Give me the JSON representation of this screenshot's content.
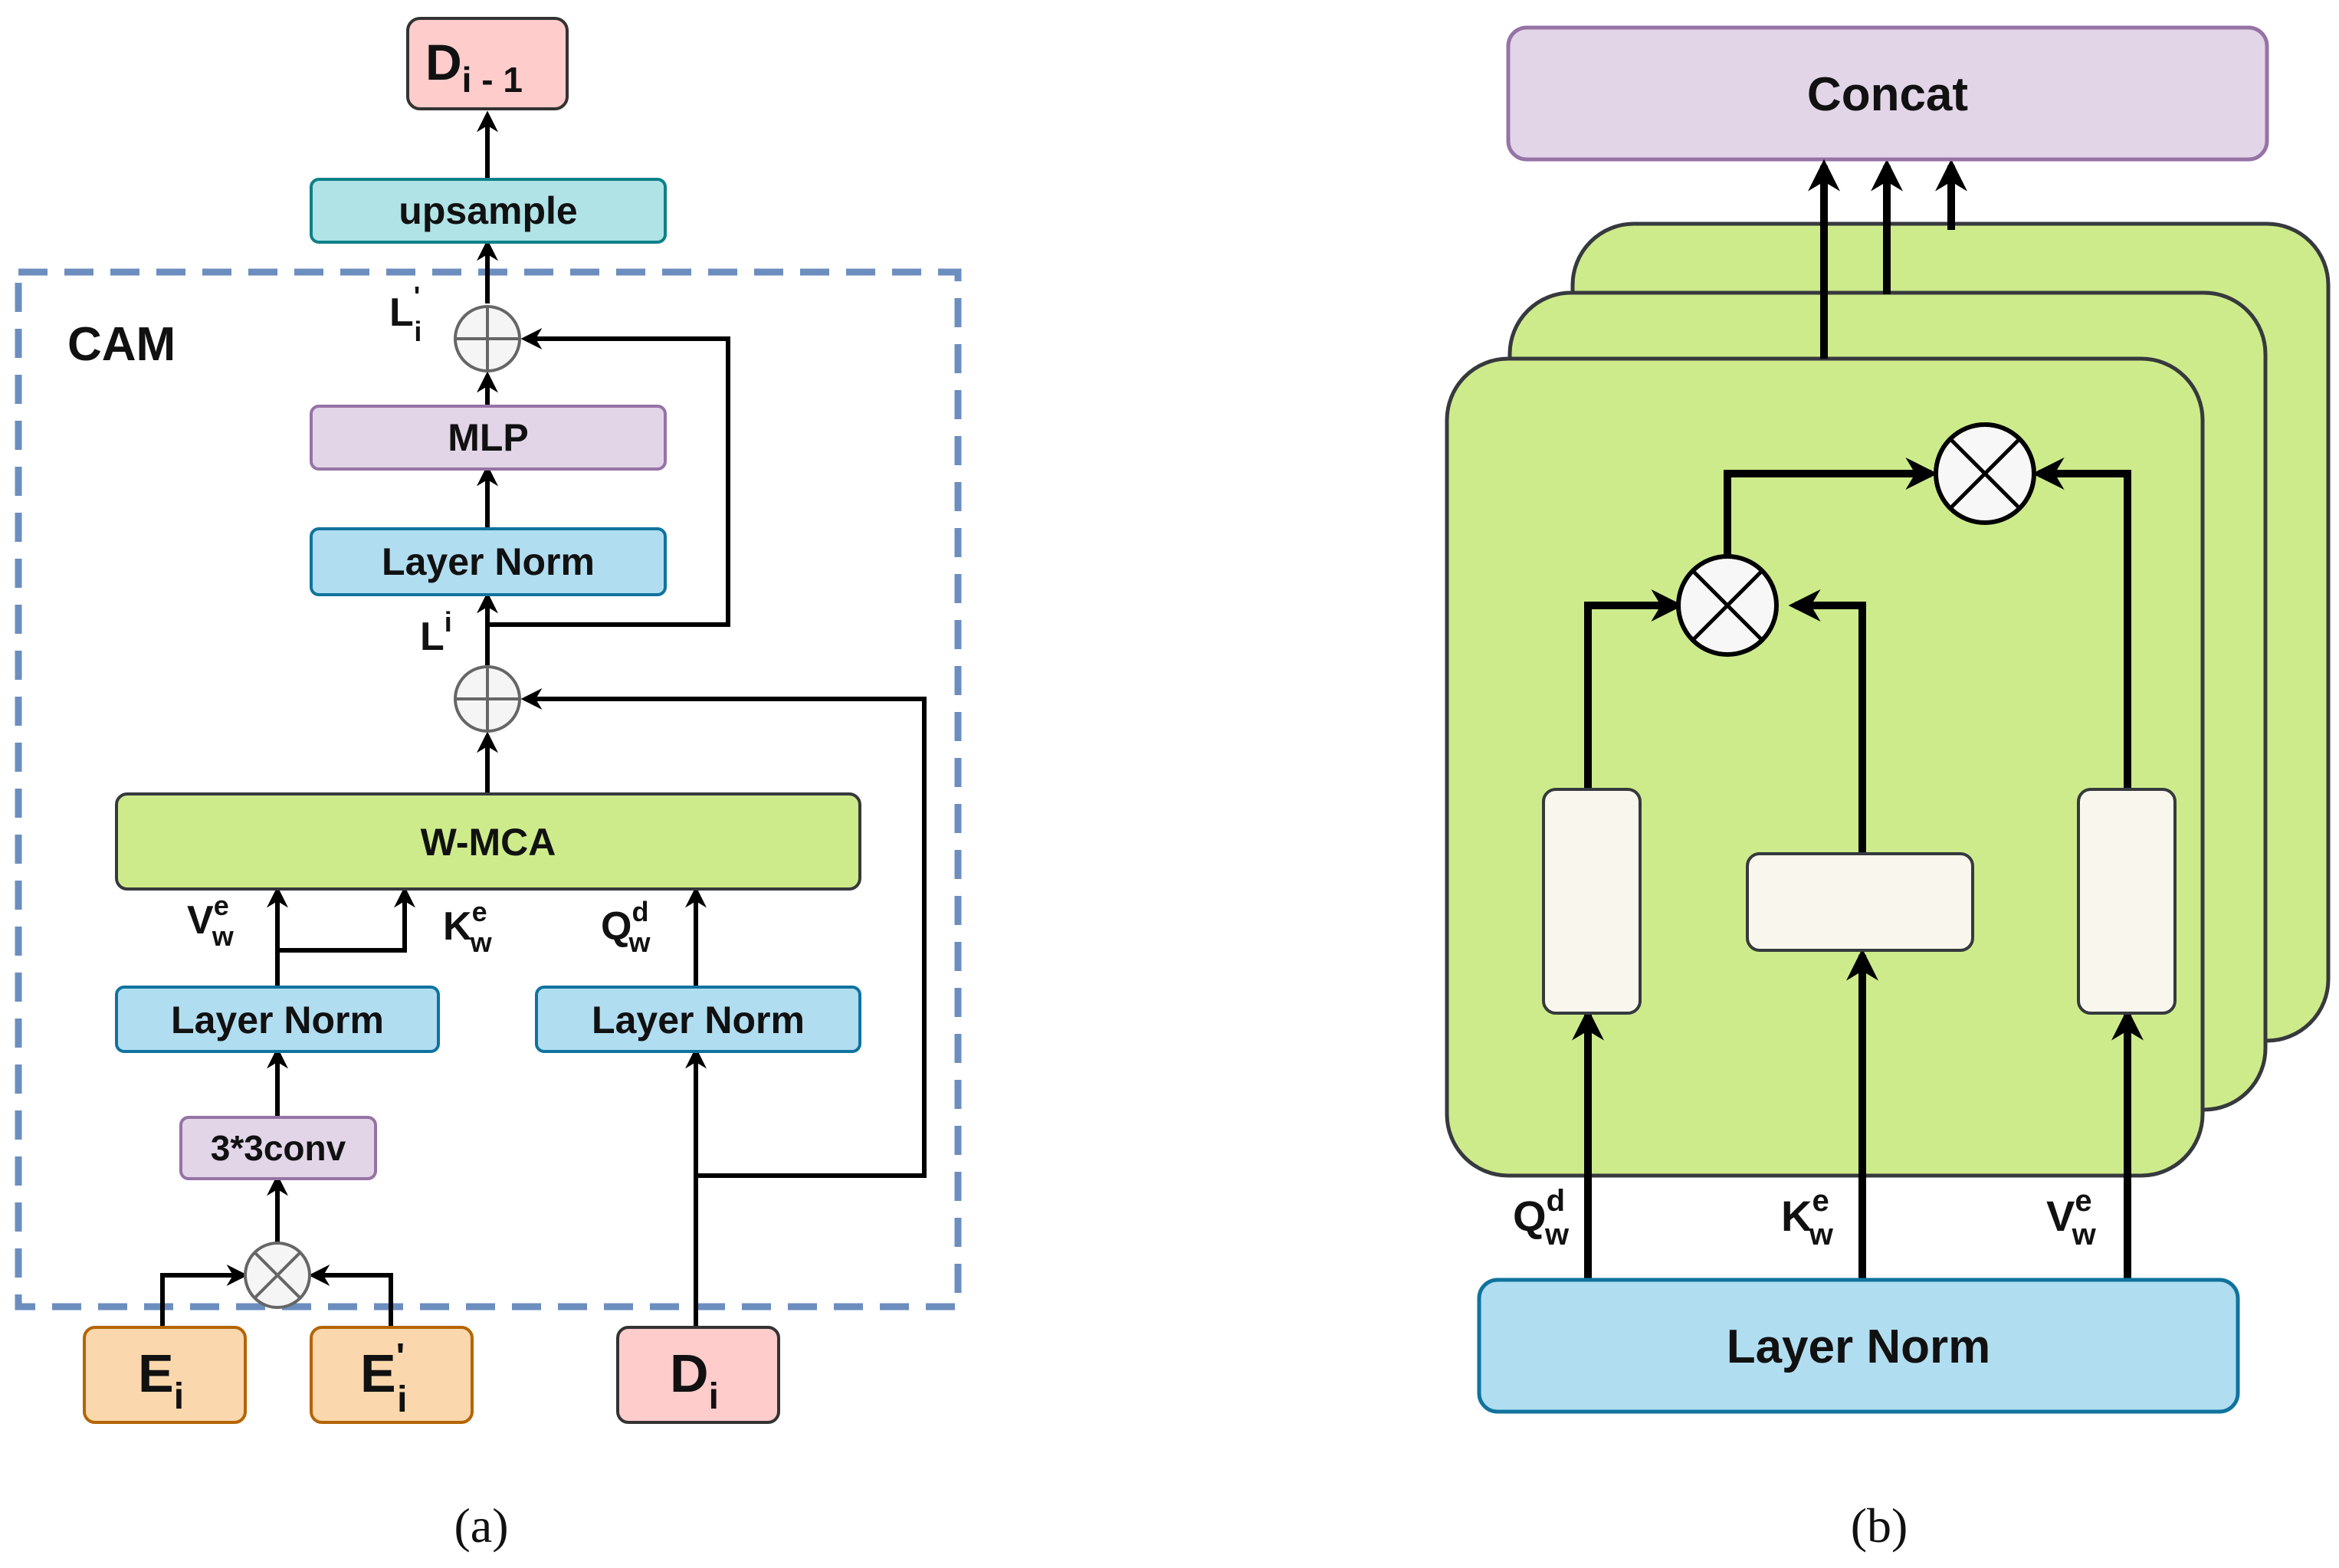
{
  "panel_a": {
    "caption": "(a)",
    "output_node": {
      "main": "D",
      "sub": "i - 1"
    },
    "upsample": "upsample",
    "cam_label": "CAM",
    "l_prime": {
      "main": "L",
      "sup": "'",
      "sub": "i"
    },
    "mlp": "MLP",
    "layer_norm_top": "Layer Norm",
    "l_i": {
      "main": "L",
      "sup": "i"
    },
    "wmca": "W-MCA",
    "v_label": {
      "main": "V",
      "sup": "e",
      "sub": "w"
    },
    "k_label": {
      "main": "K",
      "sup": "e",
      "sub": "w"
    },
    "q_label": {
      "main": "Q",
      "sup": "d",
      "sub": "w"
    },
    "layer_norm_left": "Layer Norm",
    "layer_norm_right": "Layer Norm",
    "conv": "3*3conv",
    "input_e": {
      "main": "E",
      "sub": "i"
    },
    "input_e_prime": {
      "main": "E",
      "sup": "'",
      "sub": "i"
    },
    "input_d": {
      "main": "D",
      "sub": "i"
    }
  },
  "panel_b": {
    "caption": "(b)",
    "concat": "Concat",
    "layer_norm": "Layer Norm",
    "q_label": {
      "main": "Q",
      "sup": "d",
      "sub": "w"
    },
    "k_label": {
      "main": "K",
      "sup": "e",
      "sub": "w"
    },
    "v_label": {
      "main": "V",
      "sup": "e",
      "sub": "w"
    }
  },
  "colors": {
    "pink": "#FFCCCC",
    "teal": "#B0E3E6",
    "purple": "#E1D5E7",
    "blue": "#B1DDF0",
    "green": "#CDEB8B",
    "orange": "#FAD7AC",
    "cream": "#F9F7ED",
    "dashed": "#6C8EBF"
  }
}
